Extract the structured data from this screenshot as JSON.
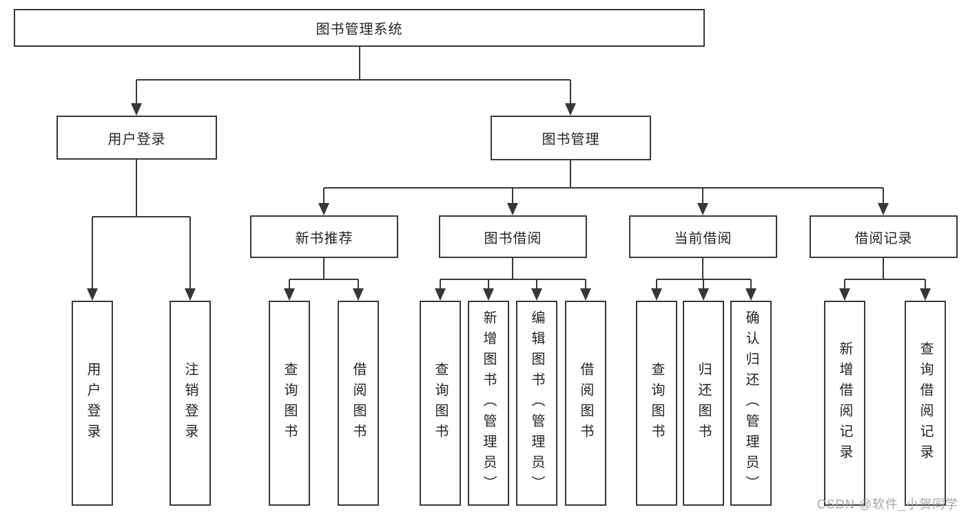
{
  "colors": {
    "background": "#ffffff",
    "line": "#373737",
    "box_border": "#373737",
    "text": "#242424",
    "watermark": "#a6a6a6"
  },
  "diagram": {
    "root": {
      "label": "图书管理系统"
    },
    "level2": [
      {
        "id": "user-login",
        "label": "用户登录"
      },
      {
        "id": "book-management",
        "label": "图书管理"
      }
    ],
    "level3": [
      {
        "id": "new-book-recommend",
        "label": "新书推荐"
      },
      {
        "id": "book-borrow",
        "label": "图书借阅"
      },
      {
        "id": "current-borrow",
        "label": "当前借阅"
      },
      {
        "id": "borrow-records",
        "label": "借阅记录"
      }
    ],
    "leaves": [
      {
        "group": "user-login",
        "label": "用户登录"
      },
      {
        "group": "user-login",
        "label": "注销登录"
      },
      {
        "group": "new-book-recommend",
        "label": "查询图书"
      },
      {
        "group": "new-book-recommend",
        "label": "借阅图书"
      },
      {
        "group": "book-borrow",
        "label": "查询图书"
      },
      {
        "group": "book-borrow",
        "label": "新增图书（管理员）"
      },
      {
        "group": "book-borrow",
        "label": "编辑图书（管理员）"
      },
      {
        "group": "book-borrow",
        "label": "借阅图书"
      },
      {
        "group": "current-borrow",
        "label": "查询图书"
      },
      {
        "group": "current-borrow",
        "label": "归还图书"
      },
      {
        "group": "current-borrow",
        "label": "确认归还（管理员）"
      },
      {
        "group": "borrow-records",
        "label": "新增借阅记录"
      },
      {
        "group": "borrow-records",
        "label": "查询借阅记录"
      }
    ]
  },
  "watermark": {
    "text": "CSDN @软件_小贺同学"
  }
}
